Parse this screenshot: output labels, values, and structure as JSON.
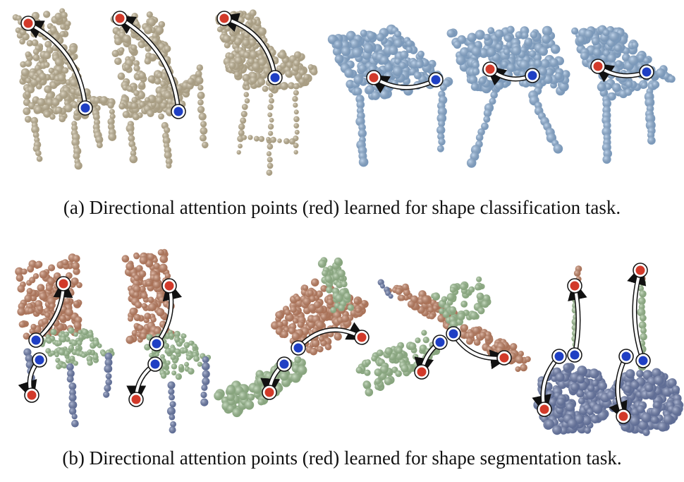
{
  "figure": {
    "caption_a": "(a) Directional attention points (red) learned for shape classification task.",
    "caption_b": "(b) Directional attention points (red) learned for shape segmentation task."
  },
  "colors": {
    "chair_tan": "#c7b998",
    "table_blue": "#8fb4dd",
    "part_orange": "#c98565",
    "part_green": "#9fc393",
    "part_slate": "#6e7fb0",
    "attention_red": "#d23a2a",
    "anchor_blue": "#1f3fc4",
    "arrow_fill": "#ffffff",
    "arrow_outline": "#111111"
  },
  "legend": {
    "attention_point": "red",
    "anchor_point": "blue"
  }
}
